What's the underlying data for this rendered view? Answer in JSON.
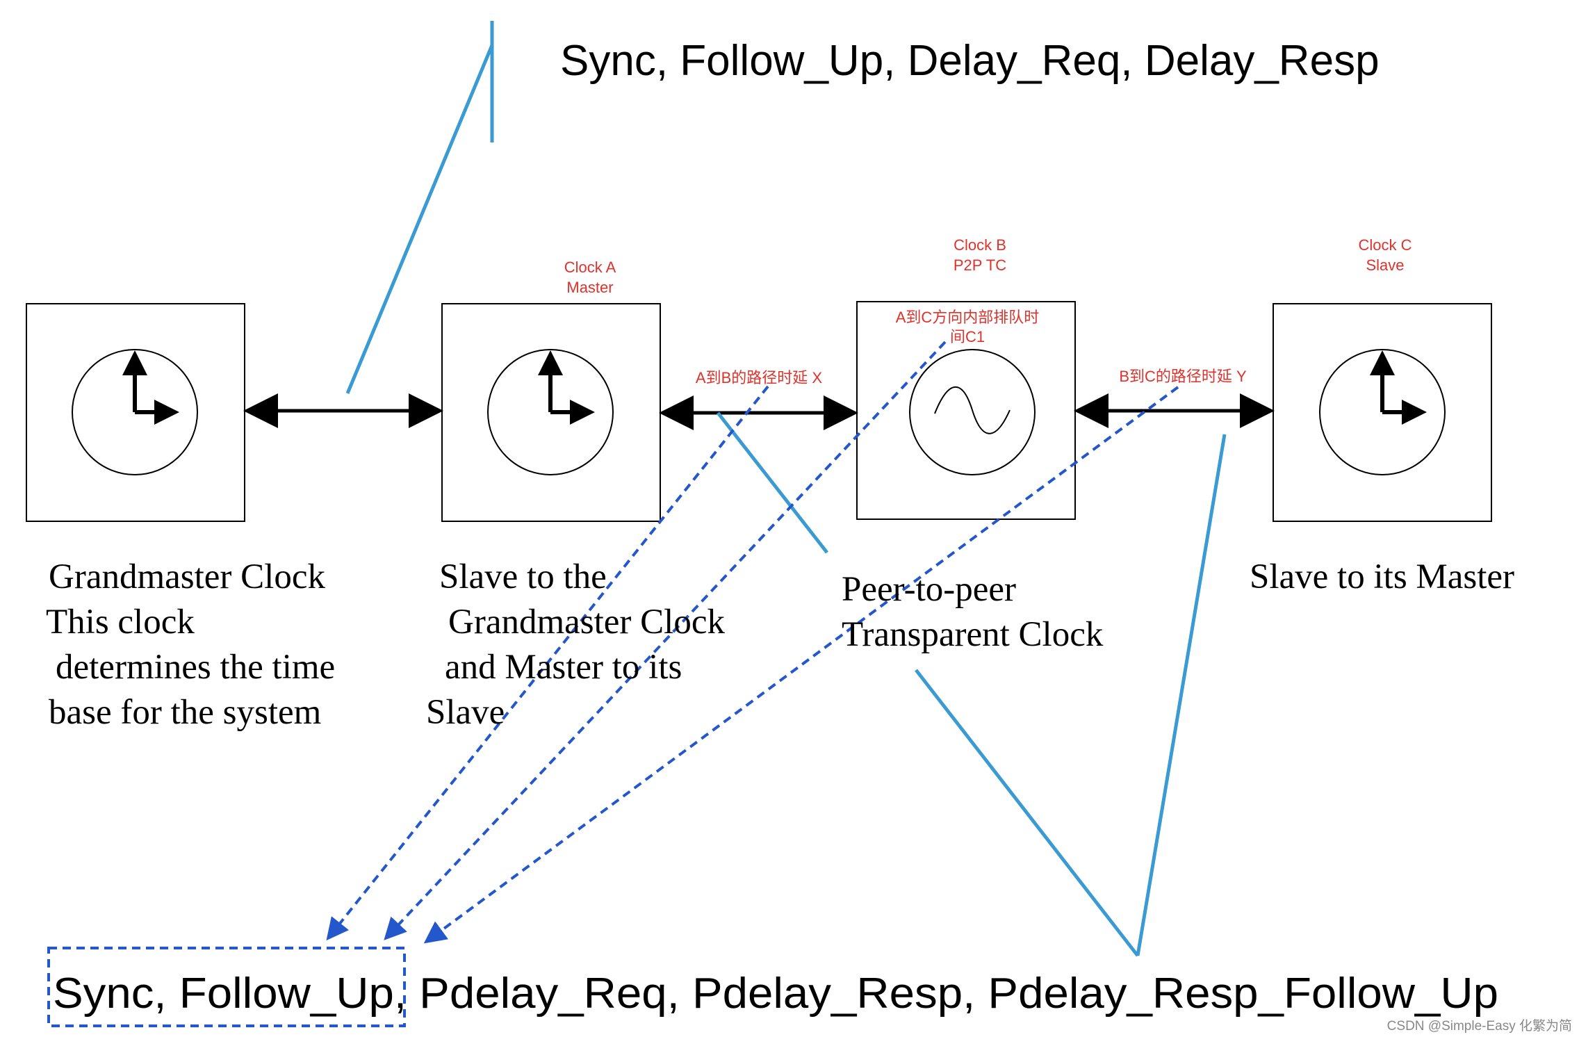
{
  "top_message_label": "Sync, Follow_Up, Delay_Req, Delay_Resp",
  "bottom_message_label": "Sync, Follow_Up, Pdelay_Req, Pdelay_Resp, Pdelay_Resp_Follow_Up",
  "bottom_highlight_text": "Sync, Follow_Up,",
  "clocks": {
    "a": {
      "name": "Clock A",
      "role": "Master"
    },
    "b": {
      "name": "Clock B",
      "role": "P2P TC",
      "queue_line1": "A到C方向内部排队时",
      "queue_line2": "间C1"
    },
    "c": {
      "name": "Clock C",
      "role": "Slave"
    }
  },
  "links": {
    "ab_delay": "A到B的路径时延 X",
    "bc_delay": "B到C的路径时延 Y"
  },
  "captions": {
    "grandmaster": [
      "Grandmaster Clock",
      "This clock",
      "determines the time",
      "base for the system"
    ],
    "boundary": [
      "Slave to the",
      "Grandmaster Clock",
      "and Master to its",
      "Slave"
    ],
    "transparent": [
      "Peer-to-peer",
      "Transparent Clock"
    ],
    "slave": [
      "Slave to its Master"
    ]
  },
  "watermark": "CSDN @Simple-Easy 化繁为简",
  "colors": {
    "callout_blue": "#3a9ad2",
    "dashed_blue": "#2456cc",
    "label_red": "#e0322b",
    "line_black": "#000000"
  }
}
